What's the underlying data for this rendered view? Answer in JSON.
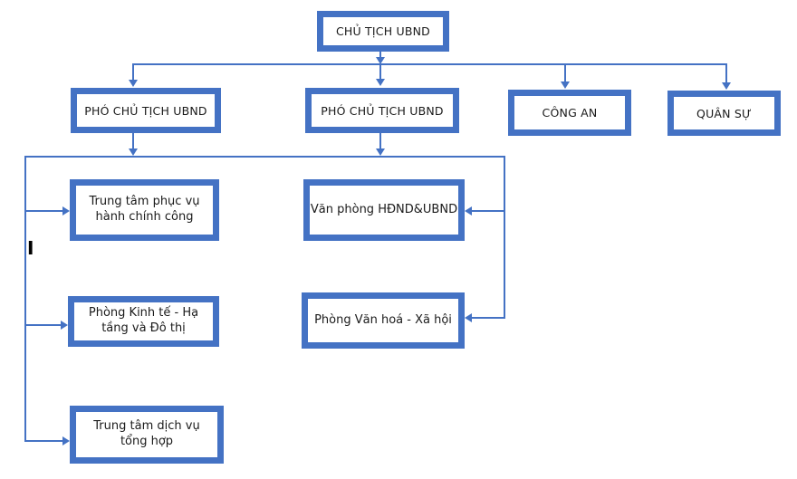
{
  "colors": {
    "accent_blue": "#4472C4",
    "node_fill": "#ffffff",
    "text": "#1a1a1a",
    "canvas_background": "#ffffff"
  },
  "org_chart": {
    "nodes": [
      {
        "id": "chu-tich-ubnd",
        "label": "CHỦ TỊCH UBND",
        "level": 1
      },
      {
        "id": "pho-chu-tich-1",
        "label": "PHÓ CHỦ TỊCH UBND",
        "level": 2
      },
      {
        "id": "pho-chu-tich-2",
        "label": "PHÓ CHỦ TỊCH UBND",
        "level": 2
      },
      {
        "id": "cong-an",
        "label": "CÔNG AN",
        "level": 2
      },
      {
        "id": "quan-su",
        "label": "QUÂN SỰ",
        "level": 2
      },
      {
        "id": "trung-tam-phuc-vu",
        "label": "Trung tâm phục vụ hành chính công",
        "level": 3
      },
      {
        "id": "van-phong",
        "label": "Văn phòng HĐND&UBND",
        "level": 3
      },
      {
        "id": "phong-kinh-te",
        "label": "Phòng Kinh tế - Hạ tầng và Đô thị",
        "level": 3
      },
      {
        "id": "phong-van-hoa",
        "label": "Phòng Văn hoá - Xã hội",
        "level": 3
      },
      {
        "id": "trung-tam-dich-vu",
        "label": "Trung tâm dịch vụ tổng hợp",
        "level": 3
      }
    ],
    "edges": [
      {
        "from": "chu-tich-ubnd",
        "to": "pho-chu-tich-1"
      },
      {
        "from": "chu-tich-ubnd",
        "to": "pho-chu-tich-2"
      },
      {
        "from": "chu-tich-ubnd",
        "to": "cong-an"
      },
      {
        "from": "chu-tich-ubnd",
        "to": "quan-su"
      },
      {
        "from": "pho-chu-tich-1",
        "to": "trung-tam-phuc-vu"
      },
      {
        "from": "pho-chu-tich-1",
        "to": "phong-kinh-te"
      },
      {
        "from": "pho-chu-tich-1",
        "to": "trung-tam-dich-vu"
      },
      {
        "from": "pho-chu-tich-2",
        "to": "van-phong"
      },
      {
        "from": "pho-chu-tich-2",
        "to": "phong-van-hoa"
      }
    ],
    "stray_mark": "I"
  }
}
